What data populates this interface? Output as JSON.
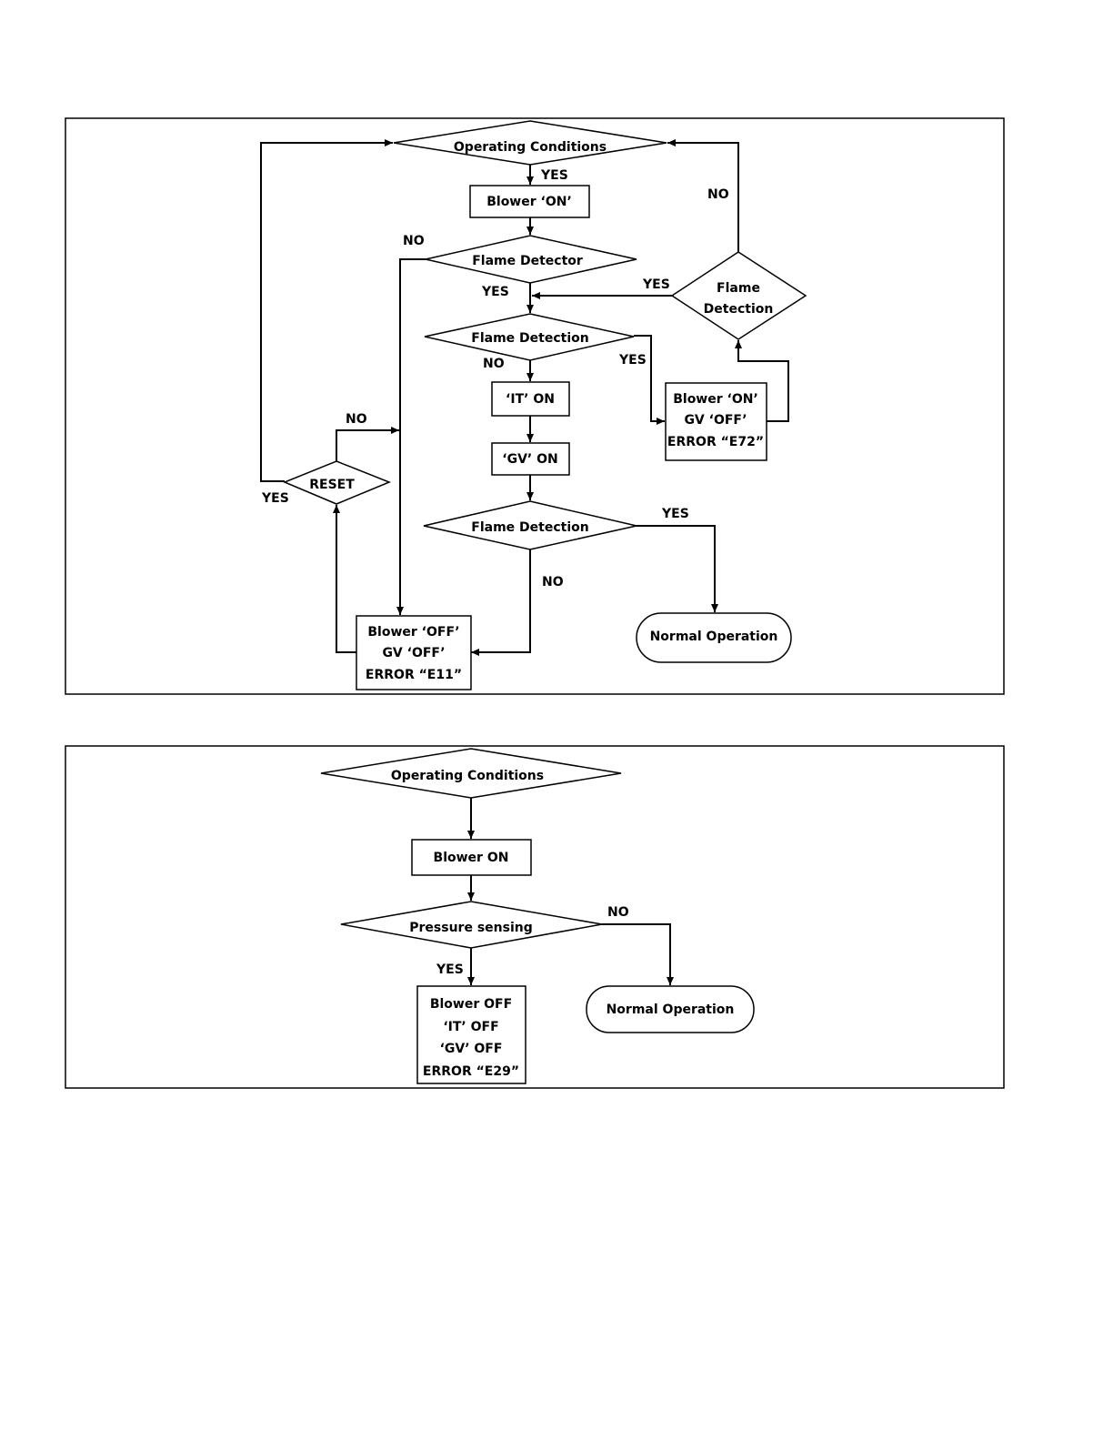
{
  "flowchart1": {
    "operating_conditions": "Operating Conditions",
    "blower_on": "Blower ‘ON’",
    "flame_detector": "Flame Detector",
    "flame_detection_1": "Flame Detection",
    "flame_detection_right_line1": "Flame",
    "flame_detection_right_line2": "Detection",
    "it_on": "‘IT’ ON",
    "gv_on": "‘GV’ ON",
    "flame_detection_2": "Flame Detection",
    "normal_operation": "Normal Operation",
    "reset": "RESET",
    "e72_box": {
      "line1": "Blower ‘ON’",
      "line2": "GV ‘OFF’",
      "line3": "ERROR “E72”"
    },
    "e11_box": {
      "line1": "Blower ‘OFF’",
      "line2": "GV ‘OFF’",
      "line3": "ERROR “E11”"
    },
    "labels": {
      "yes_after_conditions": "YES",
      "no_right_loop": "NO",
      "no_flame_detector": "NO",
      "yes_flame_detector": "YES",
      "yes_right_diamond": "YES",
      "no_flame_detection_1": "NO",
      "yes_flame_detection_1": "YES",
      "no_reset": "NO",
      "yes_reset": "YES",
      "yes_flame_detection_2": "YES",
      "no_flame_detection_2": "NO"
    }
  },
  "flowchart2": {
    "operating_conditions": "Operating Conditions",
    "blower_on": "Blower ON",
    "pressure_sensing": "Pressure sensing",
    "normal_operation": "Normal Operation",
    "e29_box": {
      "line1": "Blower OFF",
      "line2": "‘IT’ OFF",
      "line3": "‘GV’ OFF",
      "line4": "ERROR “E29”"
    },
    "labels": {
      "no_pressure": "NO",
      "yes_pressure": "YES"
    }
  }
}
